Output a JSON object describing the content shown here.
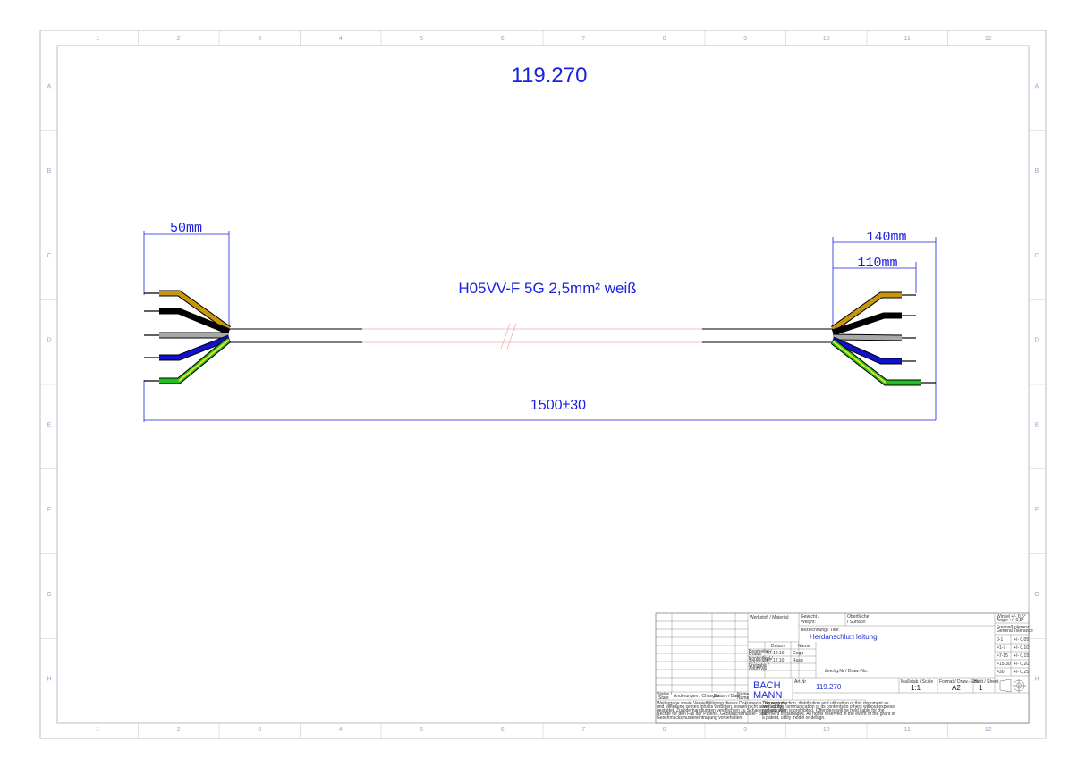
{
  "drawing": {
    "part_number": "119.270",
    "cable_spec": "H05VV-F 5G 2,5mm² weiß",
    "dim_left": "50mm",
    "dim_right_outer": "140mm",
    "dim_right_inner": "110mm",
    "dim_total": "1500±30"
  },
  "frame": {
    "columns": [
      "1",
      "2",
      "3",
      "4",
      "5",
      "6",
      "7",
      "8",
      "9",
      "10",
      "11",
      "12"
    ],
    "rows": [
      "A",
      "B",
      "C",
      "D",
      "E",
      "F",
      "G",
      "H"
    ]
  },
  "title_block": {
    "material_label": "Werkstoff / Material:",
    "weight_label_1": "Gewicht /",
    "weight_label_2": "Weight:",
    "surface_label_1": "Oberfläche",
    "surface_label_2": "/ Surface:",
    "designation_label": "Bezeichnung / Title:",
    "designation_value": "Herdanschlu□ leitung",
    "datum_header": "Datum",
    "name_header": "Name",
    "drawn_label_1": "Bearbeitet /",
    "drawn_label_2": "Drawn",
    "drawn_date": "07.12.10",
    "drawn_name": "Goga",
    "checked_label_1": "Kontrolliert /",
    "checked_label_2": "Approved",
    "checked_date": "07.12.10",
    "checked_name": "Rusu",
    "release_label_1": "Freigabe /",
    "release_label_2": "Approval",
    "drawing_no_label": "Zeichg.Nr / Draw.-No:",
    "logo_line1": "BACH",
    "logo_line2": "MANN",
    "art_label": "Art.Nr",
    "art_value": "119.270",
    "scale_label": "Maßstab / Scale",
    "scale_value": "1:1",
    "format_label": "Format / Draw.-Size",
    "format_value": "A2",
    "sheet_label": "Blatt / Sheet",
    "sheet_value": "1",
    "status_label_1": "Status /",
    "status_label_2": "State",
    "changes_label": "Änderungen / Changes",
    "date_label": "Datum / Date",
    "name_label_1": "Name /",
    "name_label_2": "Name",
    "copyright_de": [
      "Weitergabe sowie Vervielfältigung dieses Dokuments, Verwertung",
      "und Mitteilung seines Inhalts verboten, soweit nicht ausdrücklich",
      "gestattet. Zuwiderhandlungen verpflichten zu Schadenersatz. Alle",
      "Rechte für den Fall der Patent-, Gebrauchsmuster- oder",
      "Geschmacksmustereintragung vorbehalten."
    ],
    "copyright_en": [
      "The reproduction, distribution and utilization of this document as",
      "well as the communication of its contents to others without express",
      "authorization is prohibited. Offenders will be held liable for the",
      "payment of damages. All rights reserved in the event of the grant of",
      "a patent, utility model or design."
    ],
    "angle_1": "Winkel +/- 0,5°",
    "angle_2": "Angle +/- 0,5°",
    "tolerance_1": "Freimaßtoleranz /",
    "tolerance_2": "General Tolerance",
    "tolerances": [
      {
        "range": "0-1",
        "tol": "+/- 0,05"
      },
      {
        "range": ">1-7",
        "tol": "+/- 0,10"
      },
      {
        "range": ">7-15",
        "tol": "+/- 0,15"
      },
      {
        "range": ">15-30",
        "tol": "+/- 0,20"
      },
      {
        "range": ">30",
        "tol": "+/- 0,25"
      }
    ]
  },
  "colors": {
    "annotation_blue": "#1a22e0",
    "frame_gray": "#b8bcc8",
    "wire_brown": "#c8960a",
    "wire_black": "#000000",
    "wire_gray": "#a8a8a8",
    "wire_blue": "#1010d0",
    "wire_green": "#20c020",
    "wire_yellow": "#e8e030",
    "cable_white": "#ffffff"
  }
}
